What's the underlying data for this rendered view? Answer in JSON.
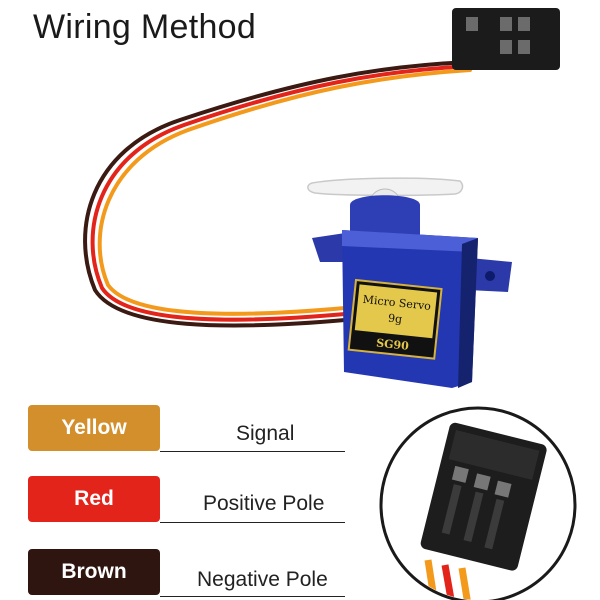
{
  "title": "Wiring Method",
  "servo": {
    "label_line1": "Micro Servo",
    "label_line2": "9g",
    "model": "SG90"
  },
  "wires": [
    {
      "name": "Yellow",
      "meaning": "Signal",
      "color": "#d38f2c"
    },
    {
      "name": "Red",
      "meaning": "Positive Pole",
      "color": "#e3241b"
    },
    {
      "name": "Brown",
      "meaning": "Negative Pole",
      "color": "#2e1510"
    }
  ]
}
